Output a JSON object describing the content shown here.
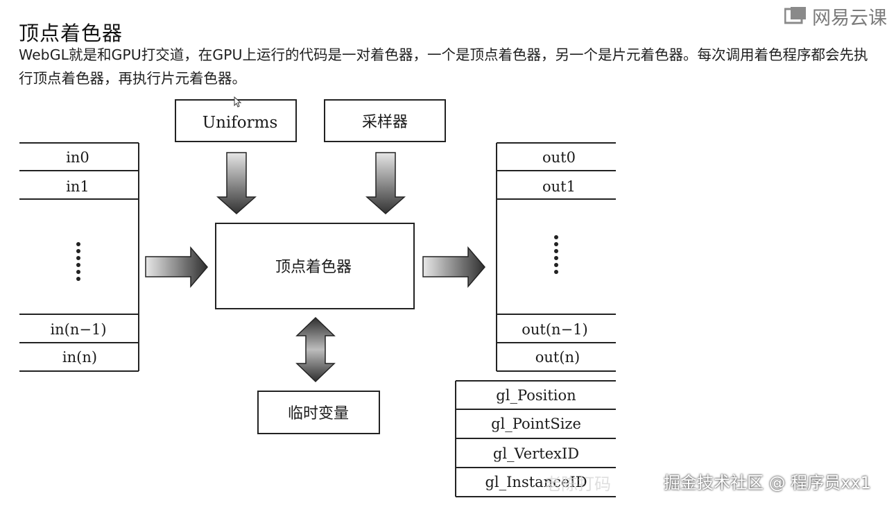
{
  "page": {
    "heading": "顶点着色器",
    "brand": "网易云课",
    "intro": "WebGL就是和GPU打交道，在GPU上运行的代码是一对着色器，一个是顶点着色器，另一个是片元着色器。每次调用着色程序都会先执行顶点着色器，再执行片元着色器。"
  },
  "diagram": {
    "uniforms": "Uniforms",
    "sampler": "采样器",
    "shader": "顶点着色器",
    "temp_vars": "临时变量",
    "inputs": {
      "first": "in0",
      "second": "in1",
      "dots": "⋮",
      "n_minus_1": "in(n−1)",
      "n": "in(n)"
    },
    "outputs": {
      "first": "out0",
      "second": "out1",
      "dots": "⋮",
      "n_minus_1": "out(n−1)",
      "n": "out(n)"
    },
    "builtins": [
      "gl_Position",
      "gl_PointSize",
      "gl_VertexID",
      "gl_InstanceID"
    ]
  },
  "overlay": {
    "author_mark": "老陈打码",
    "watermark": "掘金技术社区 @ 程序员xx1"
  },
  "colors": {
    "arrow_dark": "#3a3a3a",
    "arrow_light": "#d9d9d9",
    "line": "#222222"
  }
}
